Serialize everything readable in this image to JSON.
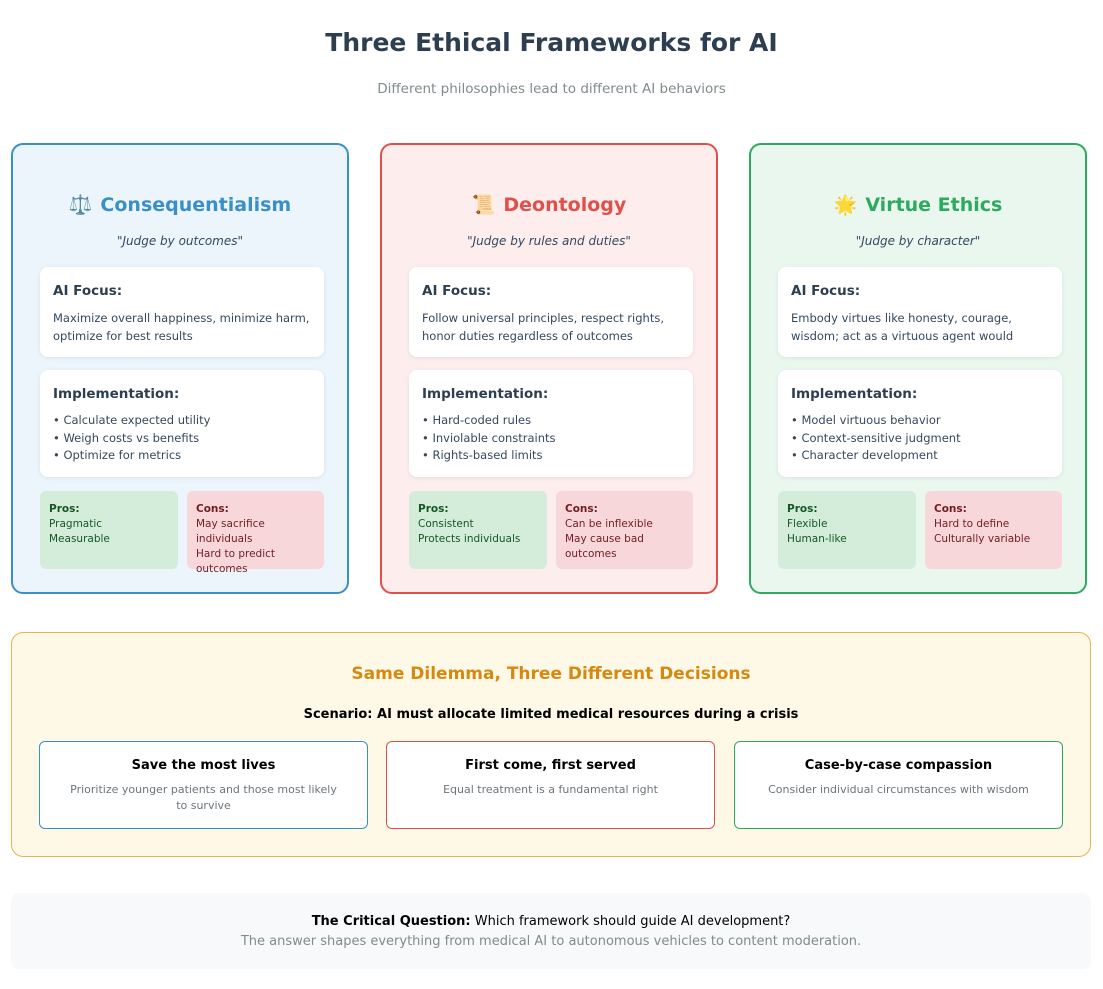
{
  "header": {
    "title": "Three Ethical Frameworks for AI",
    "subtitle": "Different philosophies lead to different AI behaviors"
  },
  "labels": {
    "focus": "AI Focus:",
    "implementation": "Implementation:",
    "pros": "Pros:",
    "cons": "Cons:"
  },
  "frameworks": [
    {
      "icon": "⚖️",
      "icon_name": "scales-icon",
      "name": "Consequentialism",
      "tagline": "\"Judge by outcomes\"",
      "focus": "Maximize overall happiness, minimize harm, optimize for best results",
      "implementation": [
        "Calculate expected utility",
        "Weigh costs vs benefits",
        "Optimize for metrics"
      ],
      "pros": [
        "Pragmatic",
        "Measurable"
      ],
      "cons": [
        "May sacrifice individuals",
        "Hard to predict outcomes"
      ],
      "accent": "#3a8fc7",
      "background": "#ebf5fb"
    },
    {
      "icon": "📜",
      "icon_name": "scroll-icon",
      "name": "Deontology",
      "tagline": "\"Judge by rules and duties\"",
      "focus": "Follow universal principles, respect rights, honor duties regardless of outcomes",
      "implementation": [
        "Hard-coded rules",
        "Inviolable constraints",
        "Rights-based limits"
      ],
      "pros": [
        "Consistent",
        "Protects individuals"
      ],
      "cons": [
        "Can be inflexible",
        "May cause bad outcomes"
      ],
      "accent": "#e0504a",
      "background": "#fdedec"
    },
    {
      "icon": "🌟",
      "icon_name": "star-icon",
      "name": "Virtue Ethics",
      "tagline": "\"Judge by character\"",
      "focus": "Embody virtues like honesty, courage, wisdom; act as a virtuous agent would",
      "implementation": [
        "Model virtuous behavior",
        "Context-sensitive judgment",
        "Character development"
      ],
      "pros": [
        "Flexible",
        "Human-like"
      ],
      "cons": [
        "Hard to define",
        "Culturally variable"
      ],
      "accent": "#2eaa5e",
      "background": "#e9f7ef"
    }
  ],
  "dilemma": {
    "title": "Same Dilemma, Three Different Decisions",
    "scenario_label": "Scenario:",
    "scenario_text": " AI must allocate limited medical resources during a crisis",
    "decisions": [
      {
        "title": "Save the most lives",
        "desc": "Prioritize younger patients and those most likely to survive",
        "color": "#3a8fc7"
      },
      {
        "title": "First come, first served",
        "desc": "Equal treatment is a fundamental right",
        "color": "#e0504a"
      },
      {
        "title": "Case-by-case compassion",
        "desc": "Consider individual circumstances with wisdom",
        "color": "#2eaa5e"
      }
    ]
  },
  "question": {
    "label": "The Critical Question:",
    "text": " Which framework should guide AI development?",
    "subtext": "The answer shapes everything from medical AI to autonomous vehicles to content moderation."
  }
}
